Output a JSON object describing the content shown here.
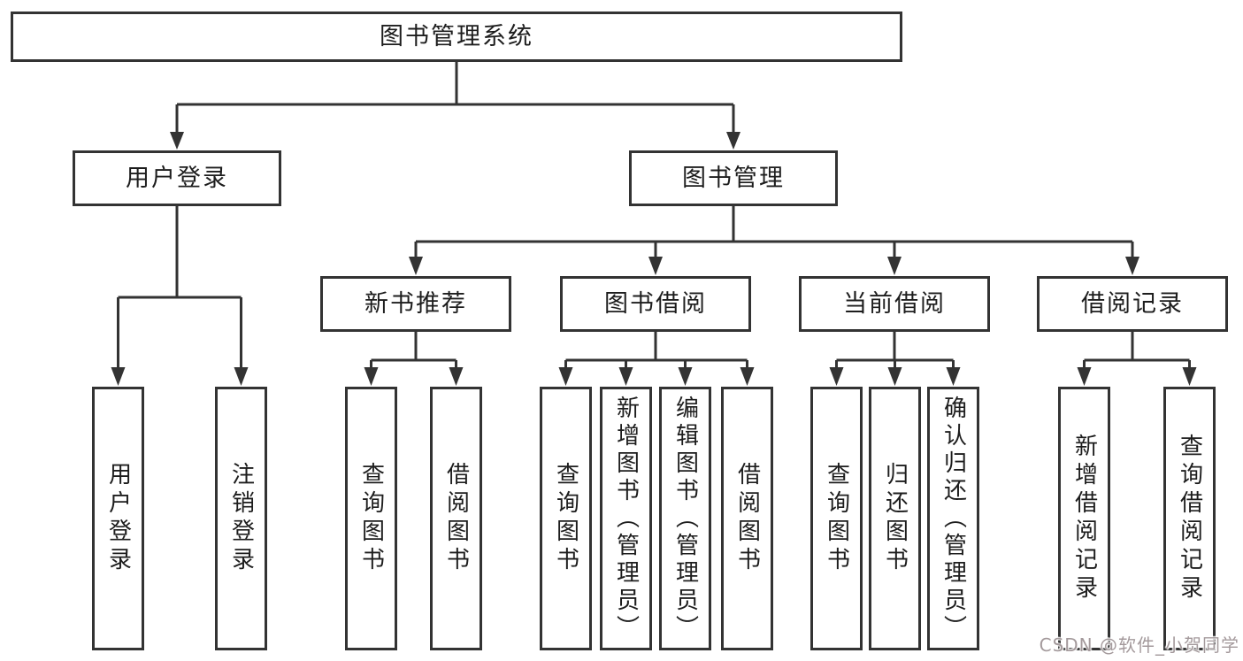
{
  "tree": {
    "label": "图书管理系统",
    "children": [
      {
        "label": "用户登录",
        "children": [
          {
            "label": "用户登录"
          },
          {
            "label": "注销登录"
          }
        ]
      },
      {
        "label": "图书管理",
        "children": [
          {
            "label": "新书推荐",
            "children": [
              {
                "label": "查询图书"
              },
              {
                "label": "借阅图书"
              }
            ]
          },
          {
            "label": "图书借阅",
            "children": [
              {
                "label": "查询图书"
              },
              {
                "label": "新增图书（管理员）"
              },
              {
                "label": "编辑图书（管理员）"
              },
              {
                "label": "借阅图书"
              }
            ]
          },
          {
            "label": "当前借阅",
            "children": [
              {
                "label": "查询图书"
              },
              {
                "label": "归还图书"
              },
              {
                "label": "确认归还（管理员）"
              }
            ]
          },
          {
            "label": "借阅记录",
            "children": [
              {
                "label": "新增借阅记录"
              },
              {
                "label": "查询借阅记录"
              }
            ]
          }
        ]
      }
    ]
  },
  "watermark": {
    "text": "CSDN @软件_小贺同学"
  },
  "colors": {
    "line": "#333333",
    "text": "#1d1d1d",
    "watermark": "#a49a9c",
    "background": "#ffffff"
  }
}
